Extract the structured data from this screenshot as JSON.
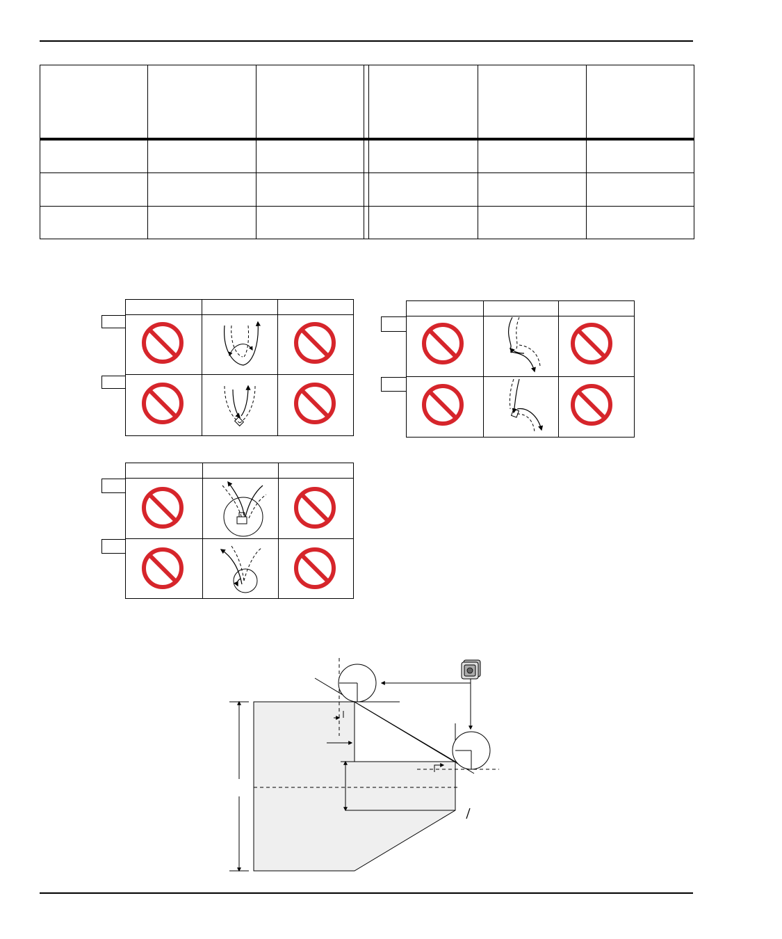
{
  "page": {
    "colors": {
      "prohibited": "#d6252b",
      "lines": "#000000",
      "workpiece_fill": "#efefef",
      "background": "#ffffff"
    }
  },
  "data_table": {
    "columns": 6,
    "header_rows": 1,
    "body_rows": 3,
    "double_divider_after_column": 3
  },
  "feed_tables": [
    {
      "rows": [
        {
          "cells": [
            "prohibited-icon",
            "u-turn-feed-path-icon",
            "prohibited-icon"
          ]
        },
        {
          "cells": [
            "prohibited-icon",
            "u-turn-pivot-feed-path-icon",
            "prohibited-icon"
          ]
        }
      ]
    },
    {
      "rows": [
        {
          "cells": [
            "prohibited-icon",
            "s-curve-feed-path-icon",
            "prohibited-icon"
          ]
        },
        {
          "cells": [
            "prohibited-icon",
            "s-curve-pivot-feed-path-icon",
            "prohibited-icon"
          ]
        }
      ]
    },
    {
      "rows": [
        {
          "cells": [
            "prohibited-icon",
            "v-plunge-circle-feed-path-icon",
            "prohibited-icon"
          ]
        },
        {
          "cells": [
            "prohibited-icon",
            "v-plunge-feed-path-icon",
            "prohibited-icon"
          ]
        }
      ]
    }
  ],
  "diagram": {
    "icon": "insert-icon",
    "shapes": [
      "workpiece-profile",
      "tool-nose-circle-top",
      "tool-nose-circle-right"
    ]
  }
}
